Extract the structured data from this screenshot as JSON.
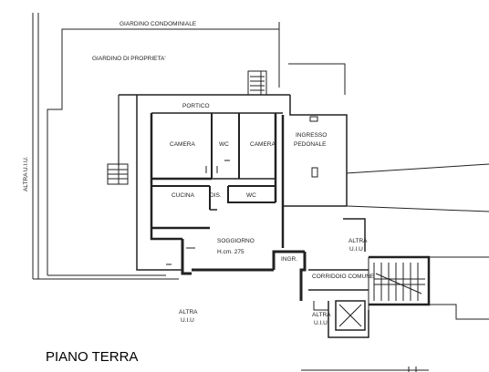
{
  "labels": {
    "giardino_condominiale": "GIARDINO CONDOMINIALE",
    "giardino_proprieta": "GIARDINO DI PROPRIETA'",
    "altra_uiu_left": "ALTRA U.I.U.",
    "portico": "PORTICO",
    "camera_left": "CAMERA",
    "wc_top": "WC",
    "camera_right": "CAMERA",
    "ingresso_line1": "INGRESSO",
    "ingresso_line2": "PEDONALE",
    "cucina": "CUCINA",
    "dis": "DIS.",
    "wc_bottom": "WC",
    "soggiorno": "SOGGIORNO",
    "height_note": "H.cm. 275",
    "ingr": "INGR.",
    "altra_right_line1": "ALTRA",
    "altra_right_line2": "U.I.U",
    "corridoio_comune": "CORRIDOIO COMUNE",
    "altra_bottom_left_line1": "ALTRA",
    "altra_bottom_left_line2": "U.I.U",
    "altra_bottom_mid_line1": "ALTRA",
    "altra_bottom_mid_line2": "U.I.U"
  },
  "title": "PIANO TERRA"
}
